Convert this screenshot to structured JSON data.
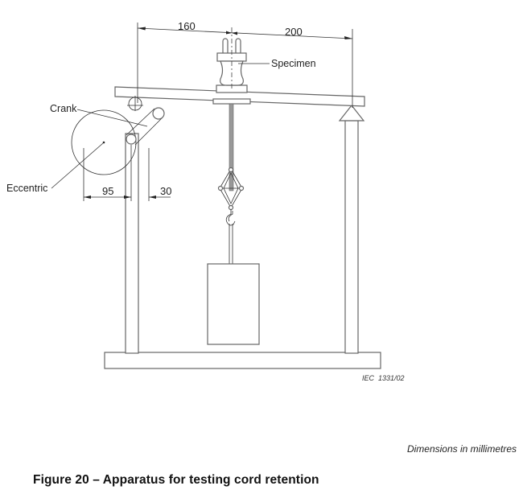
{
  "figure": {
    "caption": "Figure 20 – Apparatus for testing cord retention",
    "units_note": "Dimensions in millimetres",
    "reference_code": "IEC  1331/02"
  },
  "labels": {
    "specimen": "Specimen",
    "crank": "Crank",
    "eccentric": "Eccentric"
  },
  "dimensions": {
    "left_span": "160",
    "right_span": "200",
    "eccentric_offset": "95",
    "post_gap": "30"
  },
  "colors": {
    "line": "#555555",
    "text": "#222222",
    "background": "#ffffff"
  }
}
